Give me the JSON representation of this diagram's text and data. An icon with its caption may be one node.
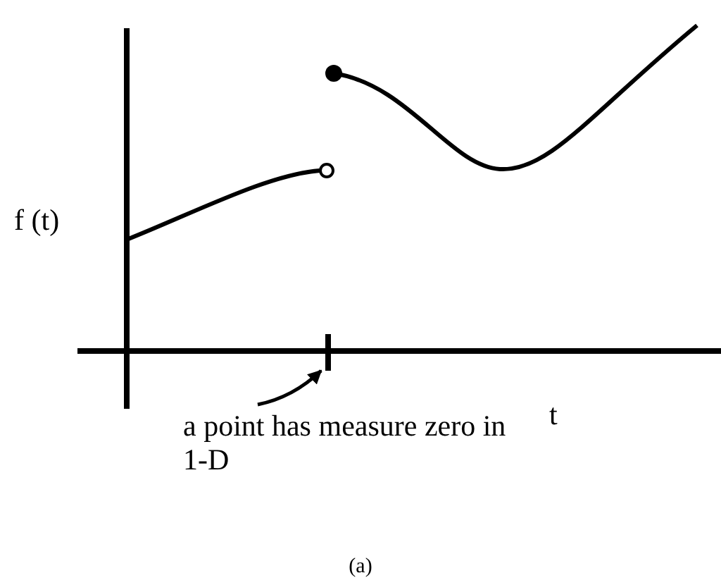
{
  "diagram": {
    "caption": "(a)",
    "nodes": [
      {
        "text": [
          "a point has measure zero in 1-D"
        ]
      },
      {
        "text": [],
        "shape": "bar"
      }
    ],
    "edges": [
      {
        "from": 0,
        "to": 1,
        "arrow": "to"
      }
    ],
    "labels": [
      "f (t)",
      "t"
    ]
  }
}
